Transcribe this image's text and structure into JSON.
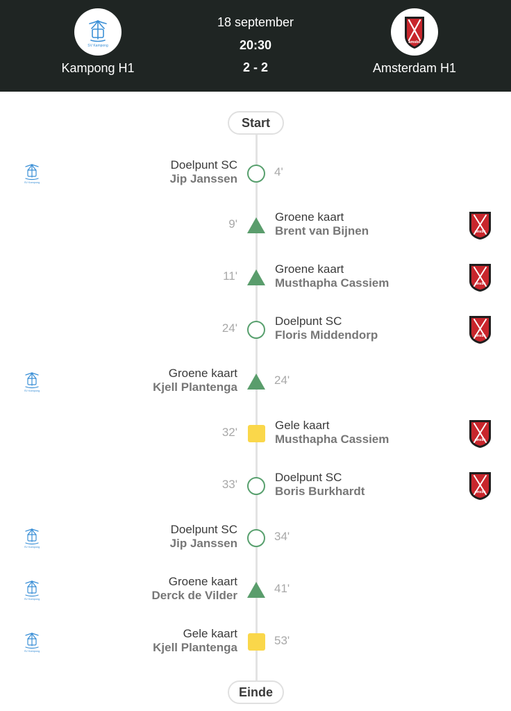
{
  "match": {
    "date": "18 september",
    "time": "20:30",
    "score": "2 - 2",
    "home_team": "Kampong H1",
    "away_team": "Amsterdam H1",
    "home_logo_text": "SV Kampong",
    "away_logo_text": "amsbc"
  },
  "timeline": {
    "start_label": "Start",
    "end_label": "Einde"
  },
  "events": [
    {
      "side": "home",
      "type": "Doelpunt SC",
      "player": "Jip Janssen",
      "minute": "4'",
      "marker": "goal"
    },
    {
      "side": "away",
      "type": "Groene kaart",
      "player": "Brent van Bijnen",
      "minute": "9'",
      "marker": "green-card"
    },
    {
      "side": "away",
      "type": "Groene kaart",
      "player": "Musthapha Cassiem",
      "minute": "11'",
      "marker": "green-card"
    },
    {
      "side": "away",
      "type": "Doelpunt SC",
      "player": "Floris Middendorp",
      "minute": "24'",
      "marker": "goal"
    },
    {
      "side": "home",
      "type": "Groene kaart",
      "player": "Kjell Plantenga",
      "minute": "24'",
      "marker": "green-card"
    },
    {
      "side": "away",
      "type": "Gele kaart",
      "player": "Musthapha Cassiem",
      "minute": "32'",
      "marker": "yellow-card"
    },
    {
      "side": "away",
      "type": "Doelpunt SC",
      "player": "Boris Burkhardt",
      "minute": "33'",
      "marker": "goal"
    },
    {
      "side": "home",
      "type": "Doelpunt SC",
      "player": "Jip Janssen",
      "minute": "34'",
      "marker": "goal"
    },
    {
      "side": "home",
      "type": "Groene kaart",
      "player": "Derck de Vilder",
      "minute": "41'",
      "marker": "green-card"
    },
    {
      "side": "home",
      "type": "Gele kaart",
      "player": "Kjell Plantenga",
      "minute": "53'",
      "marker": "yellow-card"
    }
  ],
  "colors": {
    "header_bg": "#1f2523",
    "goal_ring": "#58a06e",
    "green_card": "#5a9d6c",
    "yellow_card": "#fad74a",
    "kampong_blue": "#3a8fd6",
    "amsterdam_red": "#c8262c"
  }
}
